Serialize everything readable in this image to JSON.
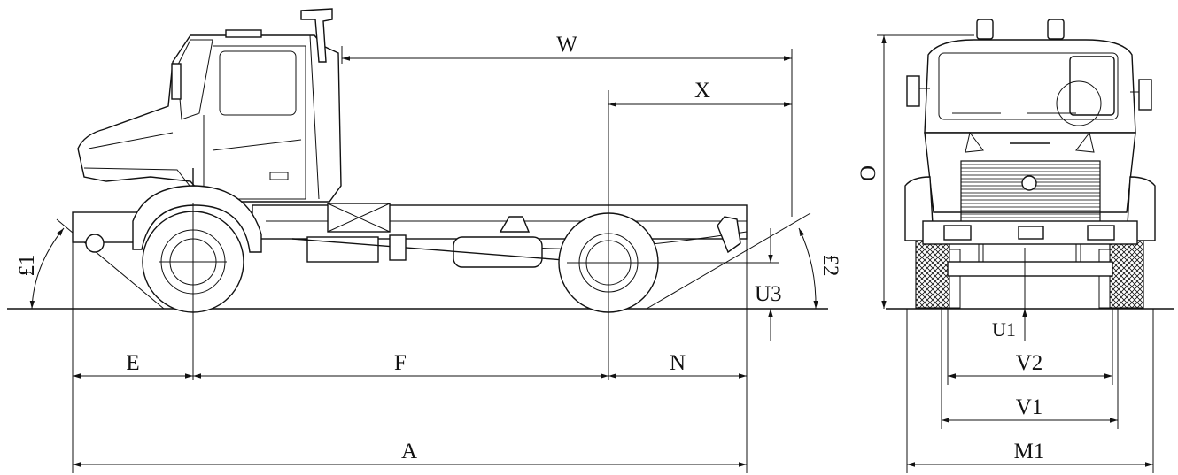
{
  "labels": {
    "W": "W",
    "X": "X",
    "E": "E",
    "F": "F",
    "N": "N",
    "A": "A",
    "U3": "U3",
    "angle1": "£1",
    "angle2": "£2",
    "O": "O",
    "U1": "U1",
    "V2": "V2",
    "V1": "V1",
    "M1": "M1"
  }
}
